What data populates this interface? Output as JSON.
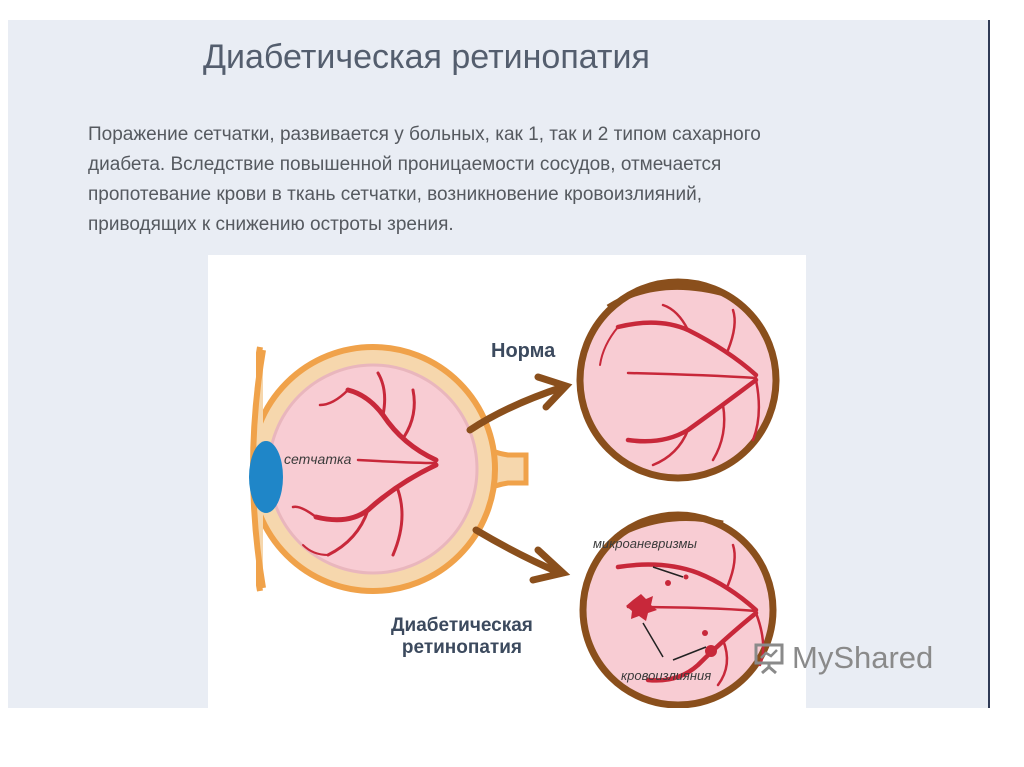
{
  "slide": {
    "title": "Диабетическая ретинопатия",
    "paragraph": [
      "Поражение сетчатки, развивается у больных, как 1, так и 2 типом сахарного",
      "диабета. Вследствие повышенной проницаемости сосудов, отмечается",
      "пропотевание крови в ткань сетчатки, возникновение кровоизлияний,",
      "приводящих к снижению остроты зрения."
    ]
  },
  "figure": {
    "label_normal": "Норма",
    "label_diabetic_line1": "Диабетическая",
    "label_diabetic_line2": "ретинопатия",
    "label_retina": "сетчатка",
    "label_microaneurysms": "микроаневризмы",
    "label_hemorrhages": "кровоизлияния",
    "colors": {
      "sclera": "#f0a24a",
      "sclera_inner": "#f6d7ad",
      "retina": "#f8ccd3",
      "vessel": "#c8283a",
      "fundus_ring": "#8a4f1c",
      "lens": "#1f86c8",
      "arrow": "#8a4f1c"
    }
  },
  "watermark": {
    "text": "MyShared",
    "icon": "presentation-board-icon"
  }
}
